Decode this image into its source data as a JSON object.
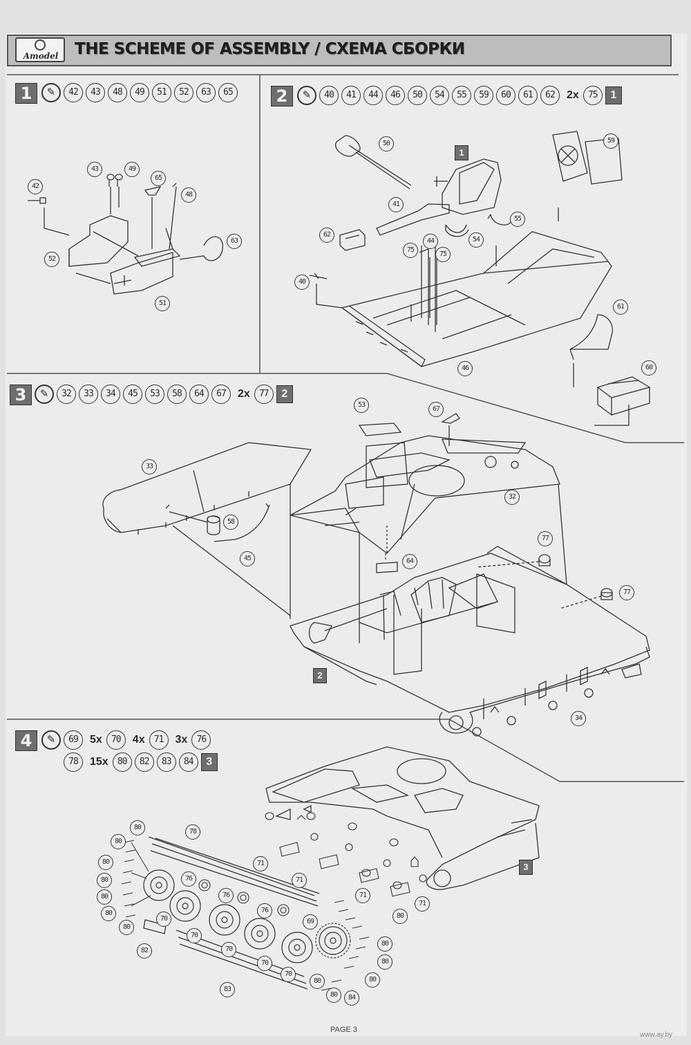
{
  "header": {
    "logo_text": "Amodel",
    "title": "THE SCHEME OF ASSEMBLY / СХЕМА СБОРКИ"
  },
  "steps": [
    {
      "number": "1",
      "parts": [
        "42",
        "43",
        "48",
        "49",
        "51",
        "52",
        "63",
        "65"
      ],
      "callouts": [
        "42",
        "43",
        "49",
        "65",
        "48",
        "63",
        "52",
        "51"
      ]
    },
    {
      "number": "2",
      "parts": [
        "40",
        "41",
        "44",
        "46",
        "50",
        "54",
        "55",
        "59",
        "60",
        "61",
        "62"
      ],
      "multiplier": "2x",
      "multi_part": "75",
      "ref_step": "1",
      "callouts": [
        "50",
        "59",
        "41",
        "55",
        "62",
        "54",
        "75",
        "44",
        "75",
        "40",
        "61",
        "46",
        "60"
      ],
      "ref_label": "1"
    },
    {
      "number": "3",
      "parts": [
        "32",
        "33",
        "34",
        "45",
        "53",
        "58",
        "64",
        "67"
      ],
      "multiplier": "2x",
      "multi_part": "77",
      "ref_step": "2",
      "callouts": [
        "53",
        "67",
        "33",
        "32",
        "58",
        "45",
        "77",
        "64",
        "77",
        "34"
      ],
      "ref_label": "2"
    },
    {
      "number": "4",
      "line1": [
        {
          "part": "69"
        },
        {
          "mult": "5x",
          "part": "70"
        },
        {
          "mult": "4x",
          "part": "71"
        },
        {
          "mult": "3x",
          "part": "76"
        }
      ],
      "line2": [
        {
          "part": "78"
        },
        {
          "mult": "15x",
          "part": "80"
        },
        {
          "part": "82"
        },
        {
          "part": "83"
        },
        {
          "part": "84"
        }
      ],
      "ref_step": "3",
      "callouts": [
        "80",
        "78",
        "80",
        "80",
        "80",
        "80",
        "80",
        "80",
        "76",
        "71",
        "76",
        "71",
        "71",
        "76",
        "71",
        "70",
        "70",
        "70",
        "70",
        "70",
        "80",
        "69",
        "82",
        "80",
        "80",
        "80",
        "80",
        "83",
        "80",
        "84"
      ],
      "ref_label": "3"
    }
  ],
  "footer": {
    "page": "PAGE 3",
    "watermark": "www.ay.by"
  }
}
